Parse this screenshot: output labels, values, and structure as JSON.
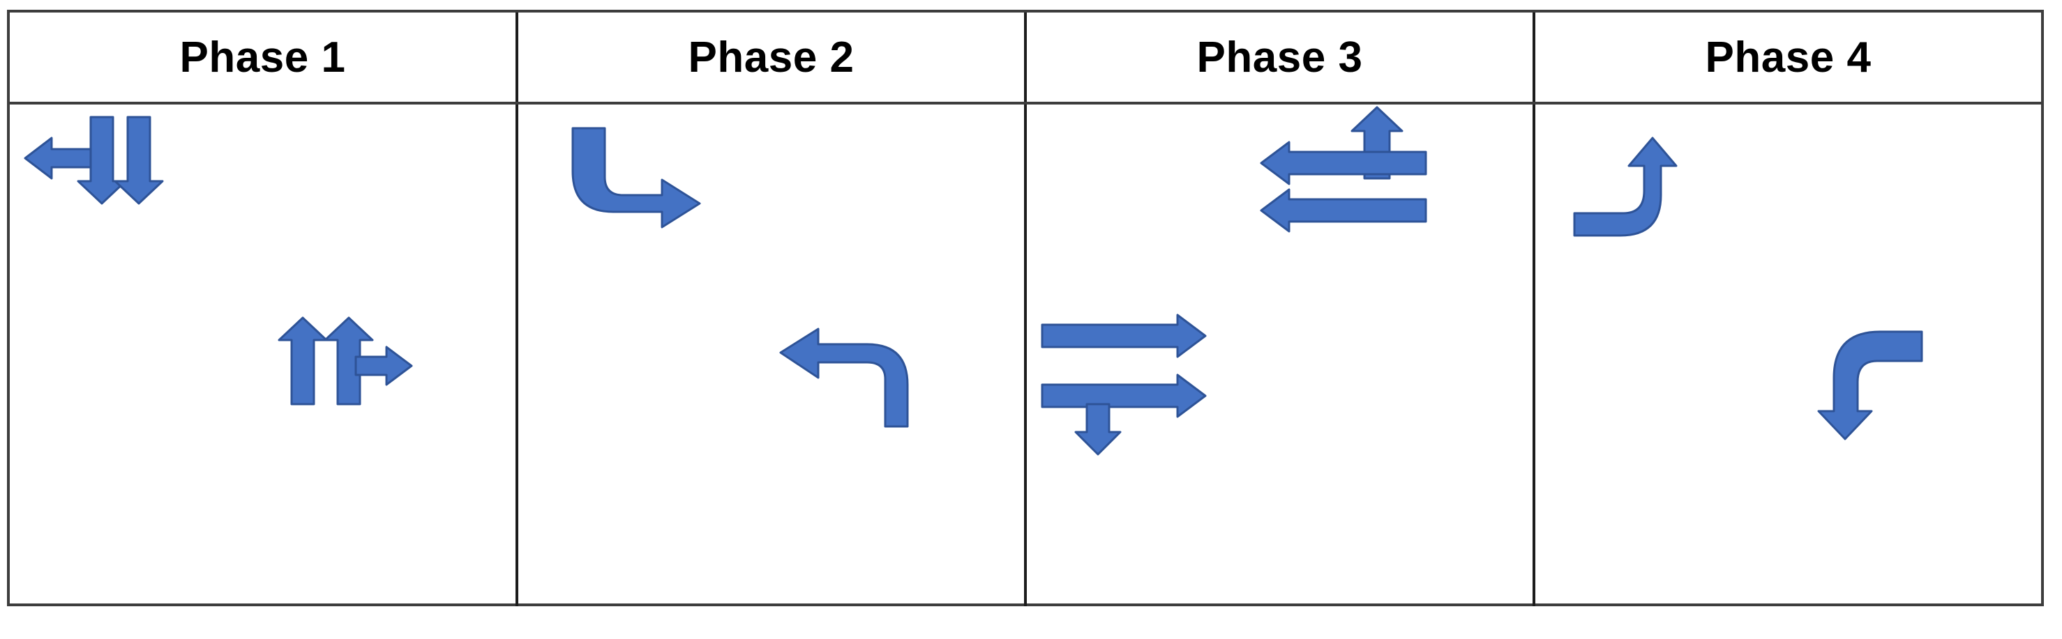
{
  "diagram": {
    "title_present": false,
    "type": "traffic-signal-phase-diagram",
    "colors": {
      "arrow_fill": "#4472C4",
      "arrow_stroke": "#2E5397",
      "border": "#1C1C1C",
      "outer_border": "#3D3D3D",
      "background": "#FFFFFF",
      "text": "#000000"
    },
    "columns": [
      {
        "id": "phase-1",
        "label": "Phase 1",
        "movement_groups": [
          {
            "position": "top-left",
            "arrows": [
              {
                "name": "left-arrow",
                "direction": "left",
                "style": "straight"
              },
              {
                "name": "down-arrow-1",
                "direction": "down",
                "style": "straight"
              },
              {
                "name": "down-arrow-2",
                "direction": "down",
                "style": "straight"
              }
            ]
          },
          {
            "position": "bottom-right",
            "arrows": [
              {
                "name": "up-arrow-1",
                "direction": "up",
                "style": "straight"
              },
              {
                "name": "up-arrow-2",
                "direction": "up",
                "style": "straight"
              },
              {
                "name": "right-arrow",
                "direction": "right",
                "style": "straight"
              }
            ]
          }
        ]
      },
      {
        "id": "phase-2",
        "label": "Phase 2",
        "movement_groups": [
          {
            "position": "top-left",
            "arrows": [
              {
                "name": "curve-down-to-right-arrow",
                "direction": "down-then-right",
                "style": "curved"
              }
            ]
          },
          {
            "position": "bottom-right",
            "arrows": [
              {
                "name": "curve-up-to-left-arrow",
                "direction": "up-then-left",
                "style": "curved"
              }
            ]
          }
        ]
      },
      {
        "id": "phase-3",
        "label": "Phase 3",
        "movement_groups": [
          {
            "position": "top-right",
            "arrows": [
              {
                "name": "up-arrow",
                "direction": "up",
                "style": "straight"
              },
              {
                "name": "left-arrow-1",
                "direction": "left",
                "style": "straight"
              },
              {
                "name": "left-arrow-2",
                "direction": "left",
                "style": "straight"
              }
            ]
          },
          {
            "position": "bottom-left",
            "arrows": [
              {
                "name": "right-arrow-1",
                "direction": "right",
                "style": "straight"
              },
              {
                "name": "right-arrow-2",
                "direction": "right",
                "style": "straight"
              },
              {
                "name": "down-arrow",
                "direction": "down",
                "style": "straight"
              }
            ]
          }
        ]
      },
      {
        "id": "phase-4",
        "label": "Phase 4",
        "movement_groups": [
          {
            "position": "top-left",
            "arrows": [
              {
                "name": "curve-right-to-up-arrow",
                "direction": "right-then-up",
                "style": "curved"
              }
            ]
          },
          {
            "position": "bottom-right",
            "arrows": [
              {
                "name": "curve-left-to-down-arrow",
                "direction": "left-then-down",
                "style": "curved"
              }
            ]
          }
        ]
      }
    ]
  }
}
